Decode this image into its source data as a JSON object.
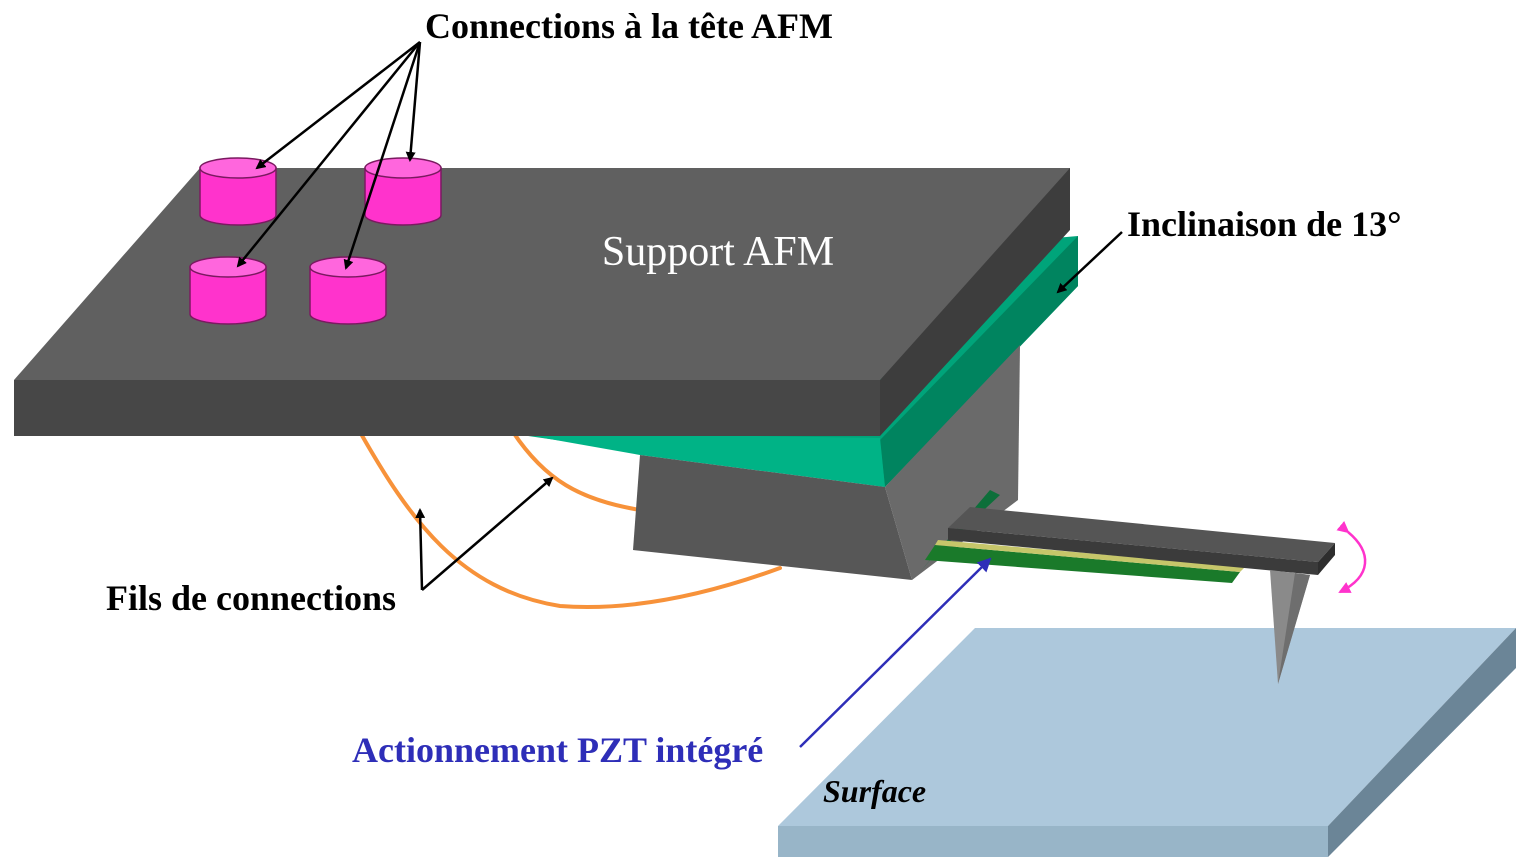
{
  "labels": {
    "connections_head": "Connections à la tête AFM",
    "support": "Support AFM",
    "tilt": "Inclinaison de 13°",
    "wires": "Fils de connections",
    "pzt": "Actionnement PZT intégré",
    "surface": "Surface"
  },
  "colors": {
    "support_top": "#606060",
    "support_front": "#404040",
    "tilt_block": "#00a47a",
    "connector": "#ff33cc",
    "wire": "#f7923a",
    "pzt_arrow": "#2e2eb8",
    "surface_top": "#adc8dc",
    "surface_side": "#6b8597",
    "oscillation_arrow": "#ff33cc"
  }
}
